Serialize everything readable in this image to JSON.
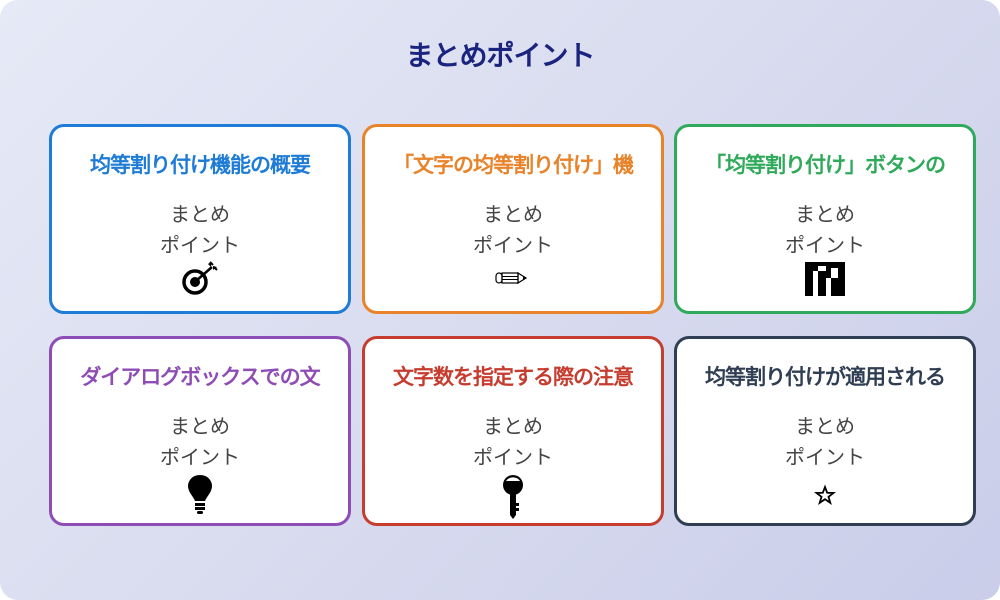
{
  "title": "まとめポイント",
  "colors": {
    "title": "#1a237e",
    "blue": "#1e7bd6",
    "orange": "#e8832a",
    "green": "#2eaa5a",
    "purple": "#8e4db5",
    "red": "#c63c2e",
    "navy": "#2f3e52"
  },
  "cards": [
    {
      "title": "均等割り付け機能の概要",
      "line1": "まとめ",
      "line2": "ポイント",
      "icon": "target-icon",
      "color": "#1e7bd6"
    },
    {
      "title": "「文字の均等割り付け」機",
      "line1": "まとめ",
      "line2": "ポイント",
      "icon": "pencil-icon",
      "color": "#e8832a"
    },
    {
      "title": "「均等割り付け」ボタンの",
      "line1": "まとめ",
      "line2": "ポイント",
      "icon": "bar-chart-icon",
      "color": "#2eaa5a"
    },
    {
      "title": "ダイアログボックスでの文",
      "line1": "まとめ",
      "line2": "ポイント",
      "icon": "lightbulb-icon",
      "color": "#8e4db5"
    },
    {
      "title": "文字数を指定する際の注意",
      "line1": "まとめ",
      "line2": "ポイント",
      "icon": "key-icon",
      "color": "#c63c2e"
    },
    {
      "title": "均等割り付けが適用される",
      "line1": "まとめ",
      "line2": "ポイント",
      "icon": "star-icon",
      "color": "#2f3e52"
    }
  ]
}
